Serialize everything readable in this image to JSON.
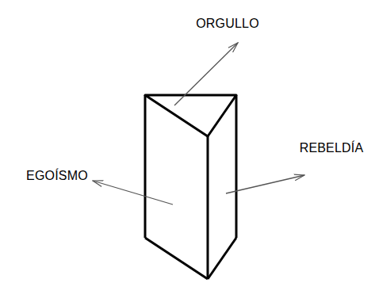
{
  "diagram": {
    "labels": [
      "ORGULLO",
      "EGOÍSMO",
      "REBELDÍA"
    ]
  }
}
